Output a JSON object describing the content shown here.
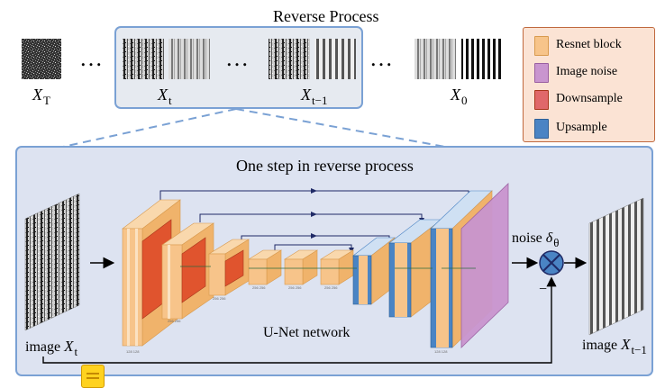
{
  "title": "Reverse Process",
  "top_labels": {
    "x_t_upper": {
      "base": "X",
      "sub": "T"
    },
    "x_t": {
      "base": "X",
      "sub": "t"
    },
    "x_t_minus_1": {
      "base": "X",
      "sub": "t−1"
    },
    "x_0": {
      "base": "X",
      "sub": "0"
    }
  },
  "ellipsis": "…",
  "legend": {
    "items": [
      {
        "label": "Resnet block",
        "color": "#f7c48a"
      },
      {
        "label": "Image noise",
        "color": "#c995cf"
      },
      {
        "label": "Downsample",
        "color": "#e0686a"
      },
      {
        "label": "Upsample",
        "color": "#4a84c4"
      }
    ]
  },
  "step_panel": {
    "title": "One step in reverse process",
    "network_label": "U-Net network",
    "input_label": {
      "text": "image ",
      "base": "X",
      "sub": "t"
    },
    "output_label": {
      "text": "image ",
      "base": "X",
      "sub": "t−1"
    },
    "noise_label": {
      "text": "noise ",
      "base": "δ",
      "sub": "θ"
    },
    "minus_sign": "−"
  },
  "colors": {
    "panel_fill": "#dde3f1",
    "panel_border": "#7aa1d4",
    "highlight_fill": "#e6eaf0",
    "resnet": "#f7c48a",
    "downsample": "#e0542e",
    "upsample": "#4a84c4",
    "noise": "#c995cf",
    "arrow": "#1f2a66"
  }
}
